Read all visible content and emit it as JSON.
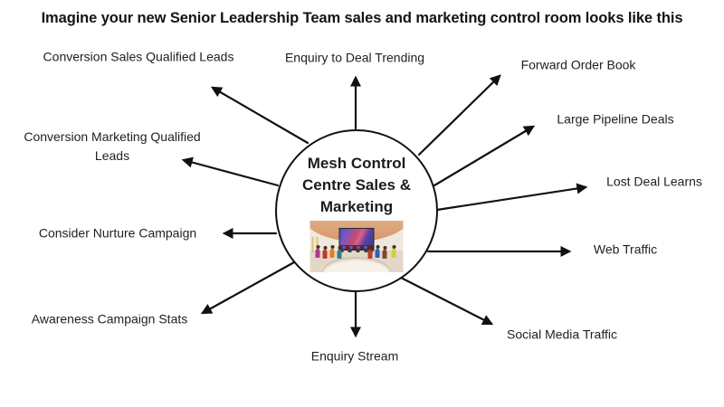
{
  "title": "Imagine your new Senior Leadership Team sales and marketing control room looks like this",
  "center": {
    "label": "Mesh Control\nCentre Sales &\nMarketing",
    "photo_description": "control room with people seated at curved white table facing large colorful screen"
  },
  "spokes": [
    {
      "label": "Enquiry to Deal Trending"
    },
    {
      "label": "Forward Order Book"
    },
    {
      "label": "Large Pipeline Deals"
    },
    {
      "label": "Lost Deal Learns"
    },
    {
      "label": "Web Traffic"
    },
    {
      "label": "Social Media Traffic"
    },
    {
      "label": "Enquiry Stream"
    },
    {
      "label": "Awareness Campaign Stats"
    },
    {
      "label": "Consider Nurture Campaign"
    },
    {
      "label": "Conversion Marketing Qualified Leads"
    },
    {
      "label": "Conversion Sales Qualified Leads"
    }
  ],
  "colors": {
    "background": "#ffffff",
    "line": "#111111",
    "title_text": "#141414",
    "label_text": "#1f1f1f",
    "hub_fill": "#ffffff",
    "hub_border": "#111111"
  }
}
